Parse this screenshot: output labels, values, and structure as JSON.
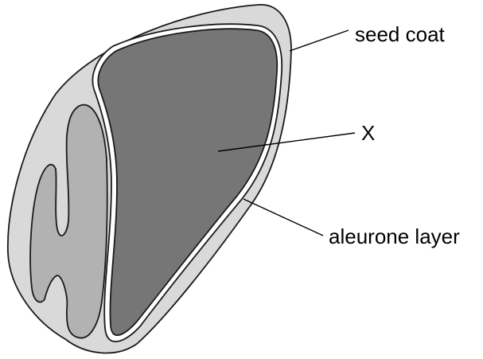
{
  "labels": {
    "seed_coat": "seed coat",
    "x_region": "X",
    "aleurone": "aleurone layer"
  },
  "colors": {
    "seed_coat_fill": "#d9d9d9",
    "aleurone_layer_fill": "#ffffff",
    "endosperm_fill": "#767676",
    "embryo_fill": "#b2b2b2",
    "outline": "#1a1a1a"
  }
}
